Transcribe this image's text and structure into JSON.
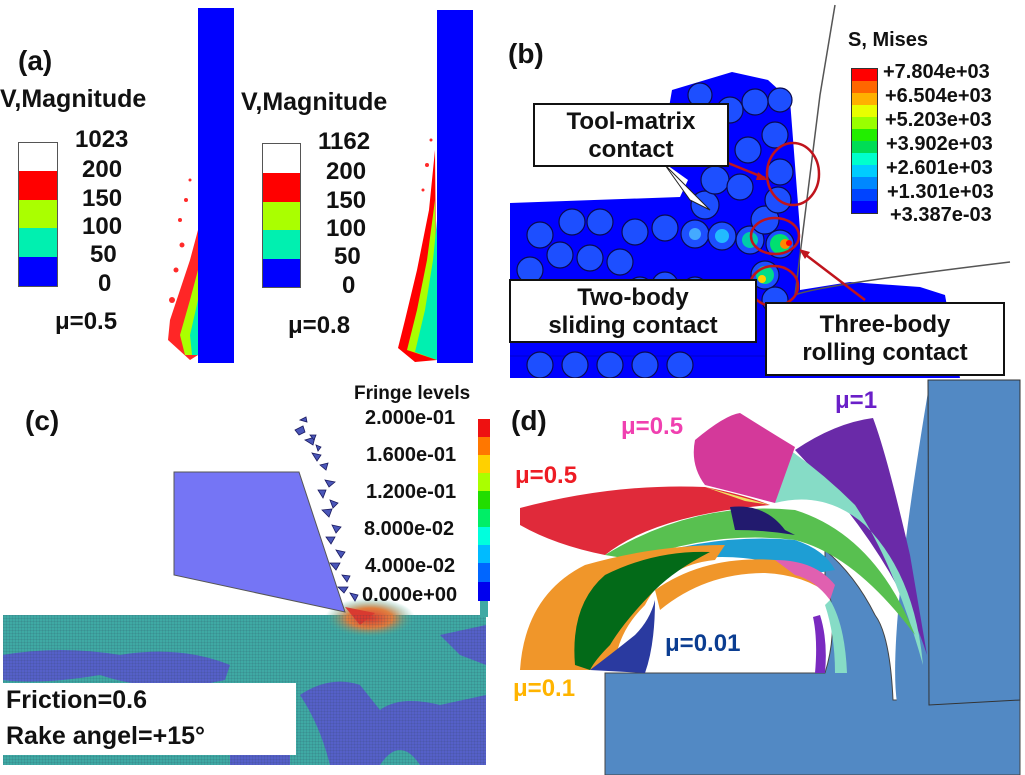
{
  "panels": {
    "a": {
      "label": "(a)",
      "left": {
        "legend_title": "V,Magnitude",
        "ticks": [
          "1023",
          "200",
          "150",
          "100",
          "50",
          "0"
        ],
        "colors": [
          "#ffffff",
          "#ff0000",
          "#aaff00",
          "#00f0b0",
          "#0000ff"
        ],
        "condition": "μ=0.5"
      },
      "right": {
        "legend_title": "V,Magnitude",
        "ticks": [
          "1162",
          "200",
          "150",
          "100",
          "50",
          "0"
        ],
        "colors": [
          "#ffffff",
          "#ff0000",
          "#aaff00",
          "#00f0b0",
          "#0000ff"
        ],
        "condition": "μ=0.8"
      }
    },
    "b": {
      "label": "(b)",
      "legend_title": "S, Mises",
      "ticks": [
        "+7.804e+03",
        "+6.504e+03",
        "+5.203e+03",
        "+3.902e+03",
        "+2.601e+03",
        "+1.301e+03",
        "+3.387e-03"
      ],
      "colors": [
        "#ff0000",
        "#ff6600",
        "#ffb000",
        "#e8ff00",
        "#99ff00",
        "#22ee00",
        "#00dd55",
        "#00ffcc",
        "#00ccff",
        "#0088ff",
        "#0044ff",
        "#0000ff"
      ],
      "callouts": {
        "tool_matrix": [
          "Tool-matrix",
          "contact"
        ],
        "two_body": [
          "Two-body",
          "sliding contact"
        ],
        "three_body": [
          "Three-body",
          "rolling contact"
        ]
      }
    },
    "c": {
      "label": "(c)",
      "legend_title": "Fringe levels",
      "ticks": [
        "2.000e-01",
        "1.600e-01",
        "1.200e-01",
        "8.000e-02",
        "4.000e-02",
        "0.000e+00"
      ],
      "colors": [
        "#ff0000",
        "#ff7700",
        "#ffd000",
        "#aaff00",
        "#22dd00",
        "#00ee66",
        "#00ffdd",
        "#00bbff",
        "#0066ff",
        "#0000ee"
      ],
      "annotation": [
        "Friction=0.6",
        "Rake angel=+15°"
      ]
    },
    "d": {
      "label": "(d)",
      "chips": [
        {
          "text": "μ=1",
          "color": "#6a1fc8"
        },
        {
          "text": "μ=0.5",
          "color": "#f040b0"
        },
        {
          "text": "μ=0.5",
          "color": "#ee1c24"
        },
        {
          "text": "μ=0.01",
          "color": "#0b3d91"
        },
        {
          "text": "μ=0.1",
          "color": "#ffb400"
        }
      ]
    }
  }
}
